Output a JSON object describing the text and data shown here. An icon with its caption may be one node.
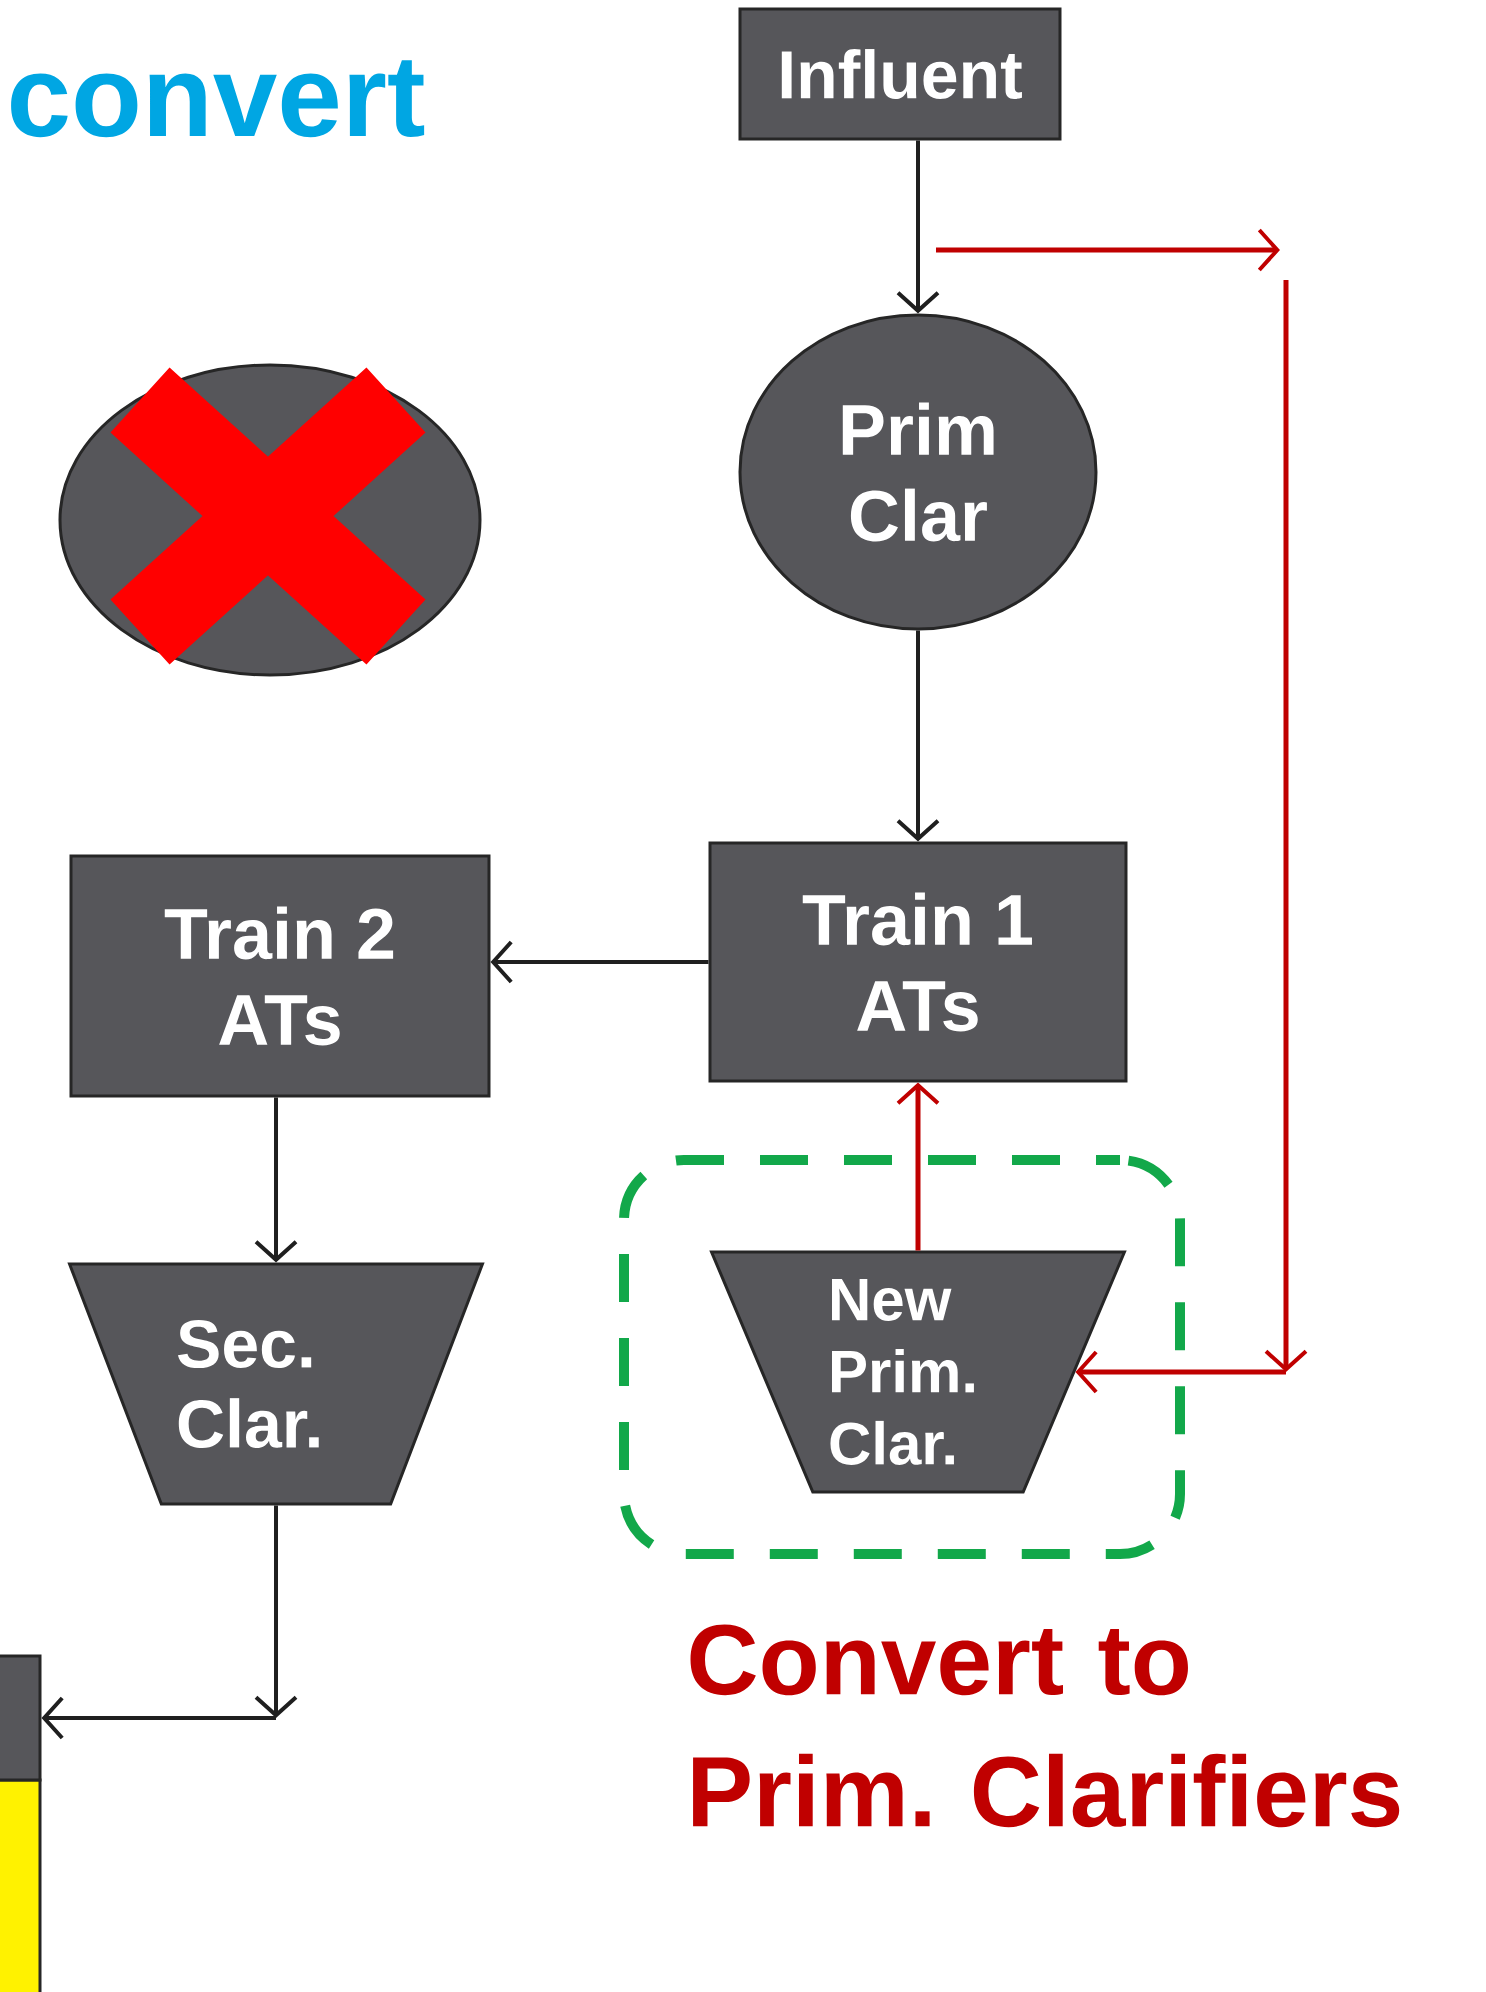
{
  "diagram": {
    "title": "convert",
    "nodes": [
      {
        "text": [
          "Influent"
        ]
      },
      {
        "text": [
          "Prim Clar"
        ]
      },
      {
        "text": [],
        "shape": "circle"
      },
      {
        "text": [
          "Train 2 ATs"
        ]
      },
      {
        "text": [
          "Train 1 ATs"
        ]
      },
      {
        "text": [
          "Sec. Clar."
        ]
      },
      {
        "text": [],
        "shape": "box",
        "beside": [
          "Convert to Prim. Clarifiers"
        ]
      },
      {
        "text": [
          "New Prim. Clar."
        ],
        "in": 6
      },
      {
        "text": [],
        "shape": "box"
      }
    ],
    "edges": [
      {
        "from": 0,
        "to": 1,
        "arrow": "to"
      },
      {
        "from": 1,
        "to": 4,
        "arrow": "to"
      },
      {
        "from": 4,
        "to": 3,
        "arrow": "to"
      },
      {
        "from": 3,
        "to": 5,
        "arrow": "to"
      },
      {
        "from": 5,
        "to": 8,
        "arrow": "to"
      },
      {
        "from": null,
        "to": 7,
        "arrow": "to",
        "color": "#c00000"
      },
      {
        "from": 7,
        "to": 4,
        "arrow": "to",
        "color": "#c00000"
      }
    ]
  }
}
